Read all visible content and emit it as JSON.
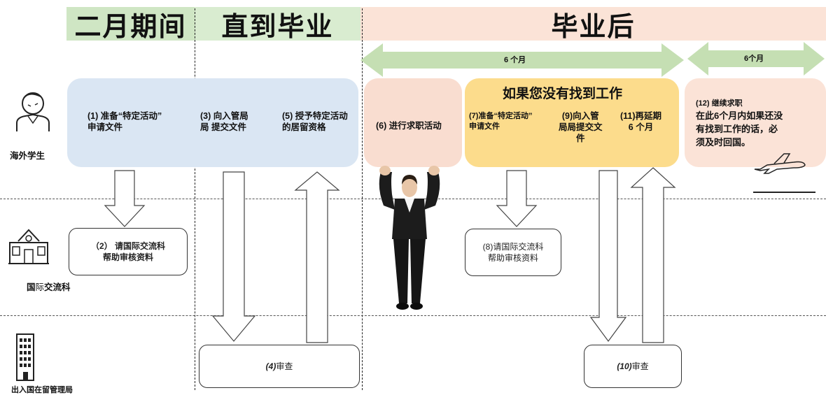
{
  "headers": {
    "feb": "二月期间",
    "until_grad": "直到毕业",
    "after_grad": "毕业后"
  },
  "arrows": {
    "six_months_1": "6 个月",
    "six_months_2": "6个月"
  },
  "rows": {
    "student": "海外学生",
    "intl_office_prefix": "国",
    "intl_office_mid": "际",
    "intl_office_suffix": "交流科",
    "immigration": "出入国在留管理局"
  },
  "steps": {
    "s1": "(1) 准备“特定活动”\n申请文件",
    "s3": "(3) 向入管局\n局 提交文件",
    "s5": "(5) 授予特定活动\n的居留资格",
    "s6": "(6) 进行求职活动",
    "if_not_found": "如果您没有找到工作",
    "s7": "(7)准备“特定活动”\n申请文件",
    "s9": "(9)向入管\n局局提交文\n件",
    "s11": "(11)再延期\n6 个月",
    "s12_title": "(12) 继续求职",
    "s12_body": "在此6个月内如果还没\n有找到工作的话，必\n须及时回国。",
    "s2": "（2） 请国际交流科\n帮助审核资料",
    "s8": "(8)请国际交流科\n帮助审核资料",
    "s4_num": "(4)",
    "s4_text": " 审查",
    "s10_num": "(10)",
    "s10_text": "审查"
  },
  "colors": {
    "green_header": "#cfe6c4",
    "green_header_light": "#e0eed7",
    "peach_header": "#fbe3d7",
    "green_arrow": "#c5dfb3",
    "blue_box": "#dae6f3",
    "peach_box": "#f9ddd0",
    "yellow_box": "#fcdc8c"
  },
  "icons": [
    "student-icon",
    "school-building-icon",
    "office-building-icon",
    "airplane-icon",
    "person-photo"
  ]
}
